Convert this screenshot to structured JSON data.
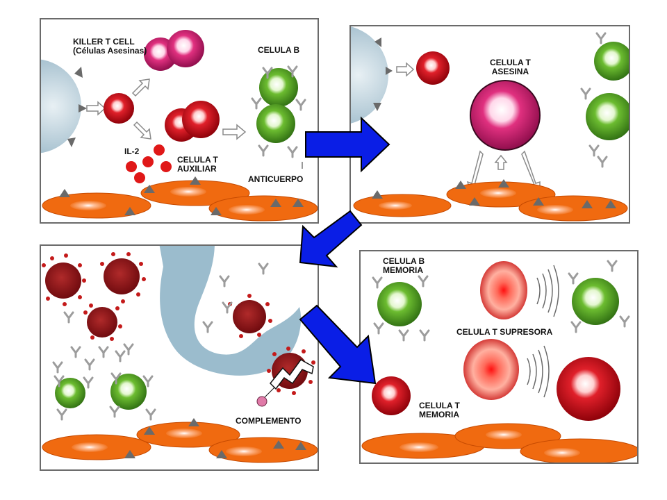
{
  "panel1": {
    "killer_label_1": "KILLER T CELL",
    "killer_label_2": "(Células Asesinas)",
    "b_cell_label": "CELULA B",
    "il2_label": "IL-2",
    "helper_label_1": "CELULA T",
    "helper_label_2": "AUXILIAR",
    "antibody_label": "ANTICUERPO"
  },
  "panel2": {
    "killer_label_1": "CELULA T",
    "killer_label_2": "ASESINA"
  },
  "panel3": {
    "complement_label": "COMPLEMENTO"
  },
  "panel4": {
    "memory_b_label_1": "CELULA B",
    "memory_b_label_2": "MEMORIA",
    "suppressor_label": "CELULA T SUPRESORA",
    "memory_t_label_1": "CELULA T",
    "memory_t_label_2": "MEMORIA"
  },
  "colors": {
    "flow_arrow": "#0a1ee6",
    "red_cell": "#c8101e",
    "magenta_cell": "#d61e7a",
    "green_cell": "#5aa828",
    "tissue": "#f06a10",
    "antigen_cell": "#a9c4d2"
  }
}
